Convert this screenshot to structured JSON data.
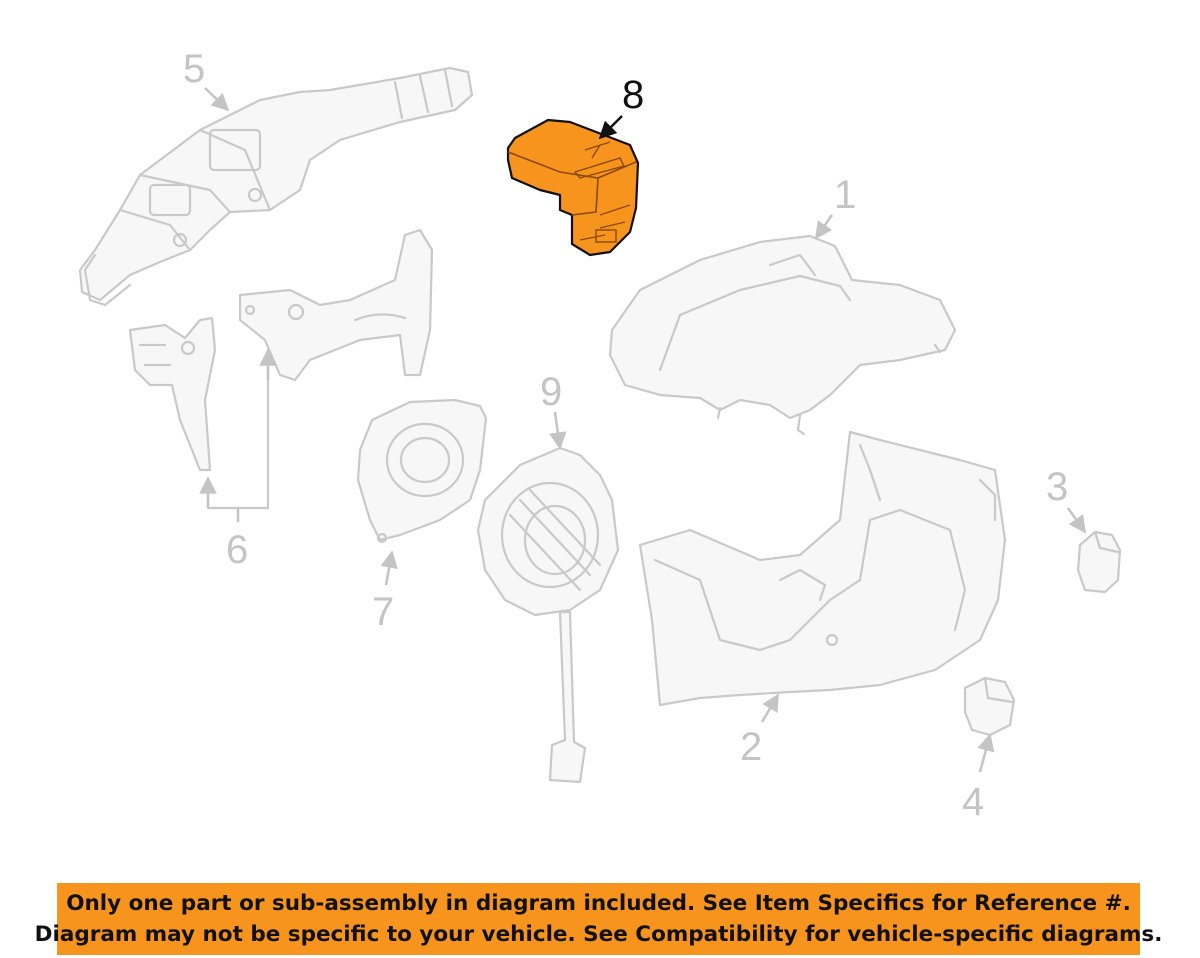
{
  "diagram": {
    "highlighted_part": "8",
    "highlight_color": "#f7941d",
    "callouts": [
      {
        "id": "1",
        "label": "1"
      },
      {
        "id": "2",
        "label": "2"
      },
      {
        "id": "3",
        "label": "3"
      },
      {
        "id": "4",
        "label": "4"
      },
      {
        "id": "5",
        "label": "5"
      },
      {
        "id": "6",
        "label": "6"
      },
      {
        "id": "7",
        "label": "7"
      },
      {
        "id": "8",
        "label": "8"
      },
      {
        "id": "9",
        "label": "9"
      }
    ]
  },
  "banner": {
    "color": "#f7941d",
    "line1": "Only one part or sub-assembly in diagram included. See Item Specifics for Reference #.",
    "line2": "Diagram may not be specific to your vehicle. See Compatibility for vehicle-specific diagrams."
  }
}
